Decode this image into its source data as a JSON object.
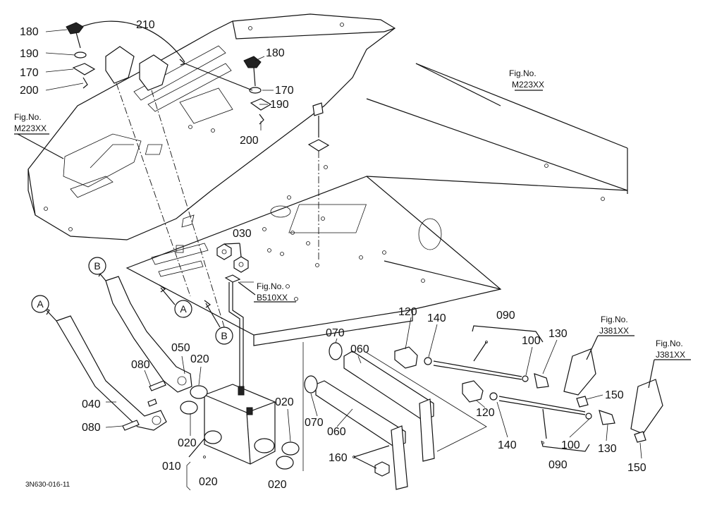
{
  "diagram": {
    "drawing_code": "3N630-016-11",
    "part_labels": [
      {
        "id": "p180a",
        "text": "180"
      },
      {
        "id": "p190a",
        "text": "190"
      },
      {
        "id": "p170a",
        "text": "170"
      },
      {
        "id": "p200a",
        "text": "200"
      },
      {
        "id": "p210",
        "text": "210"
      },
      {
        "id": "p180b",
        "text": "180"
      },
      {
        "id": "p170b",
        "text": "170"
      },
      {
        "id": "p190b",
        "text": "190"
      },
      {
        "id": "p200b",
        "text": "200"
      },
      {
        "id": "p030",
        "text": "030"
      },
      {
        "id": "p050",
        "text": "050"
      },
      {
        "id": "p080a",
        "text": "080"
      },
      {
        "id": "p020a",
        "text": "020"
      },
      {
        "id": "p040",
        "text": "040"
      },
      {
        "id": "p080b",
        "text": "080"
      },
      {
        "id": "p020b",
        "text": "020"
      },
      {
        "id": "p010",
        "text": "010"
      },
      {
        "id": "p020c",
        "text": "020"
      },
      {
        "id": "p020d",
        "text": "020"
      },
      {
        "id": "p020e",
        "text": "020"
      },
      {
        "id": "p070a",
        "text": "070"
      },
      {
        "id": "p060a",
        "text": "060"
      },
      {
        "id": "p070b",
        "text": "070"
      },
      {
        "id": "p060b",
        "text": "060"
      },
      {
        "id": "p160",
        "text": "160"
      },
      {
        "id": "p120a",
        "text": "120"
      },
      {
        "id": "p140a",
        "text": "140"
      },
      {
        "id": "p090a",
        "text": "090"
      },
      {
        "id": "p100a",
        "text": "100"
      },
      {
        "id": "p130a",
        "text": "130"
      },
      {
        "id": "p150a",
        "text": "150"
      },
      {
        "id": "p120b",
        "text": "120"
      },
      {
        "id": "p140b",
        "text": "140"
      },
      {
        "id": "p100b",
        "text": "100"
      },
      {
        "id": "p130b",
        "text": "130"
      },
      {
        "id": "p090b",
        "text": "090"
      },
      {
        "id": "p150b",
        "text": "150"
      }
    ],
    "fig_refs": [
      {
        "id": "ref1",
        "label": "Fig.No.",
        "code": "M223XX"
      },
      {
        "id": "ref2",
        "label": "Fig.No.",
        "code": "M223XX"
      },
      {
        "id": "ref3",
        "label": "Fig.No.",
        "code": "B510XX"
      },
      {
        "id": "ref4",
        "label": "Fig.No.",
        "code": "J381XX"
      },
      {
        "id": "ref5",
        "label": "Fig.No.",
        "code": "J381XX"
      }
    ],
    "callouts": [
      {
        "id": "cA1",
        "letter": "A"
      },
      {
        "id": "cA2",
        "letter": "A"
      },
      {
        "id": "cB1",
        "letter": "B"
      },
      {
        "id": "cB2",
        "letter": "B"
      }
    ]
  }
}
